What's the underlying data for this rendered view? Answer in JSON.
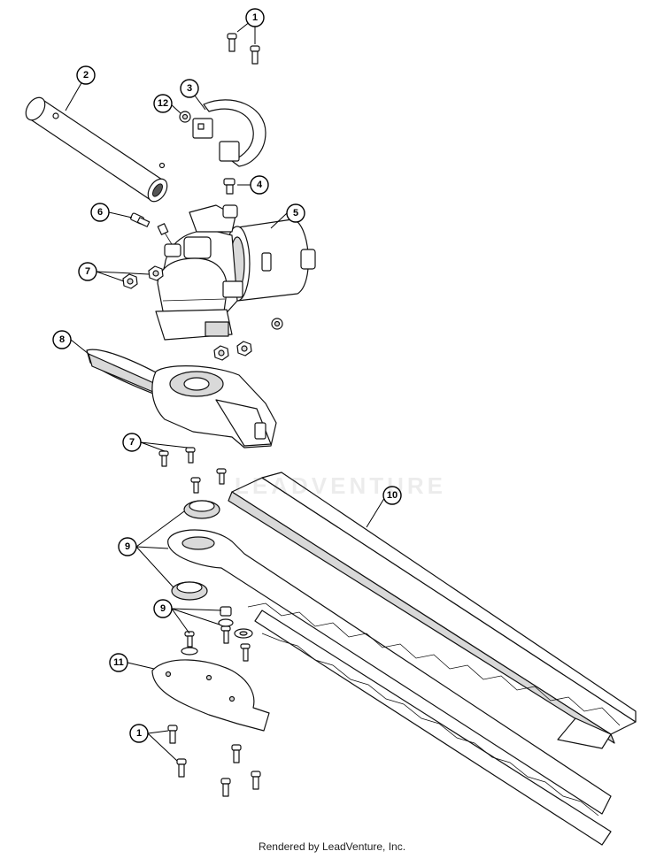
{
  "footer_text": "Rendered by LeadVenture, Inc.",
  "watermark_text": "LEADVENTURE",
  "callouts": {
    "c1_top": "1",
    "c2": "2",
    "c3": "3",
    "c12": "12",
    "c4": "4",
    "c6": "6",
    "c5": "5",
    "c7_upper": "7",
    "c8": "8",
    "c7_lower": "7",
    "c10": "10",
    "c9_upper": "9",
    "c9_lower": "9",
    "c11": "11",
    "c1_bottom": "1"
  },
  "colors": {
    "line": "#111111",
    "shade": "#d9d9d9",
    "background": "#ffffff"
  }
}
